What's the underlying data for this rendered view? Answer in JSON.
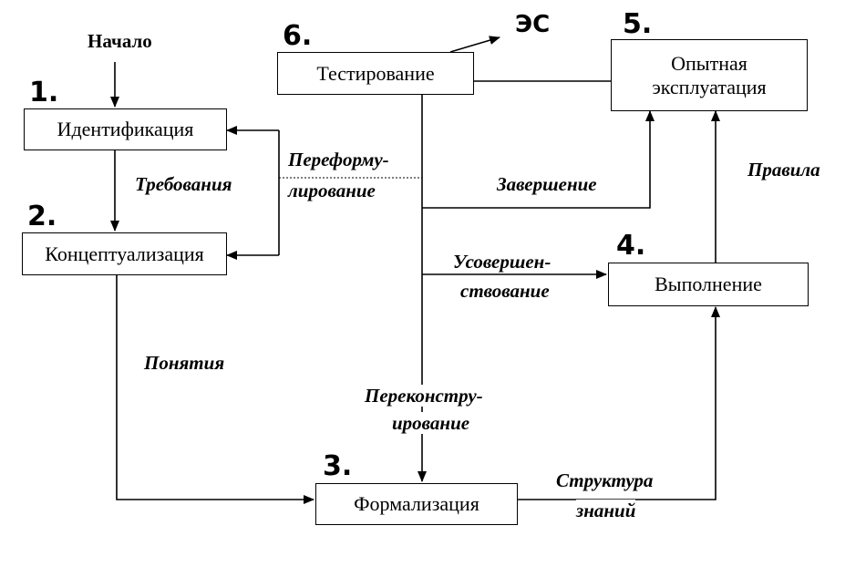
{
  "start_label": "Начало",
  "es_label": "ЭС",
  "stages": [
    {
      "num": "1.",
      "name": "Идентификация"
    },
    {
      "num": "2.",
      "name": "Концептуализация"
    },
    {
      "num": "3.",
      "name": "Формализация"
    },
    {
      "num": "4.",
      "name": "Выполнение"
    },
    {
      "num": "5.",
      "name": "Опытная эксплуатация"
    },
    {
      "num": "6.",
      "name": "Тестирование"
    }
  ],
  "edges": {
    "requirements": "Требования",
    "reformulation_1": "Переформу-",
    "reformulation_2": "лирование",
    "concepts": "Понятия",
    "completion": "Завершение",
    "improvement_1": "Усовершен-",
    "improvement_2": "ствование",
    "rules": "Правила",
    "reconstruction_1": "Переконстру-",
    "reconstruction_2": "ирование",
    "structure_1": "Структура",
    "structure_2": "знаний"
  }
}
